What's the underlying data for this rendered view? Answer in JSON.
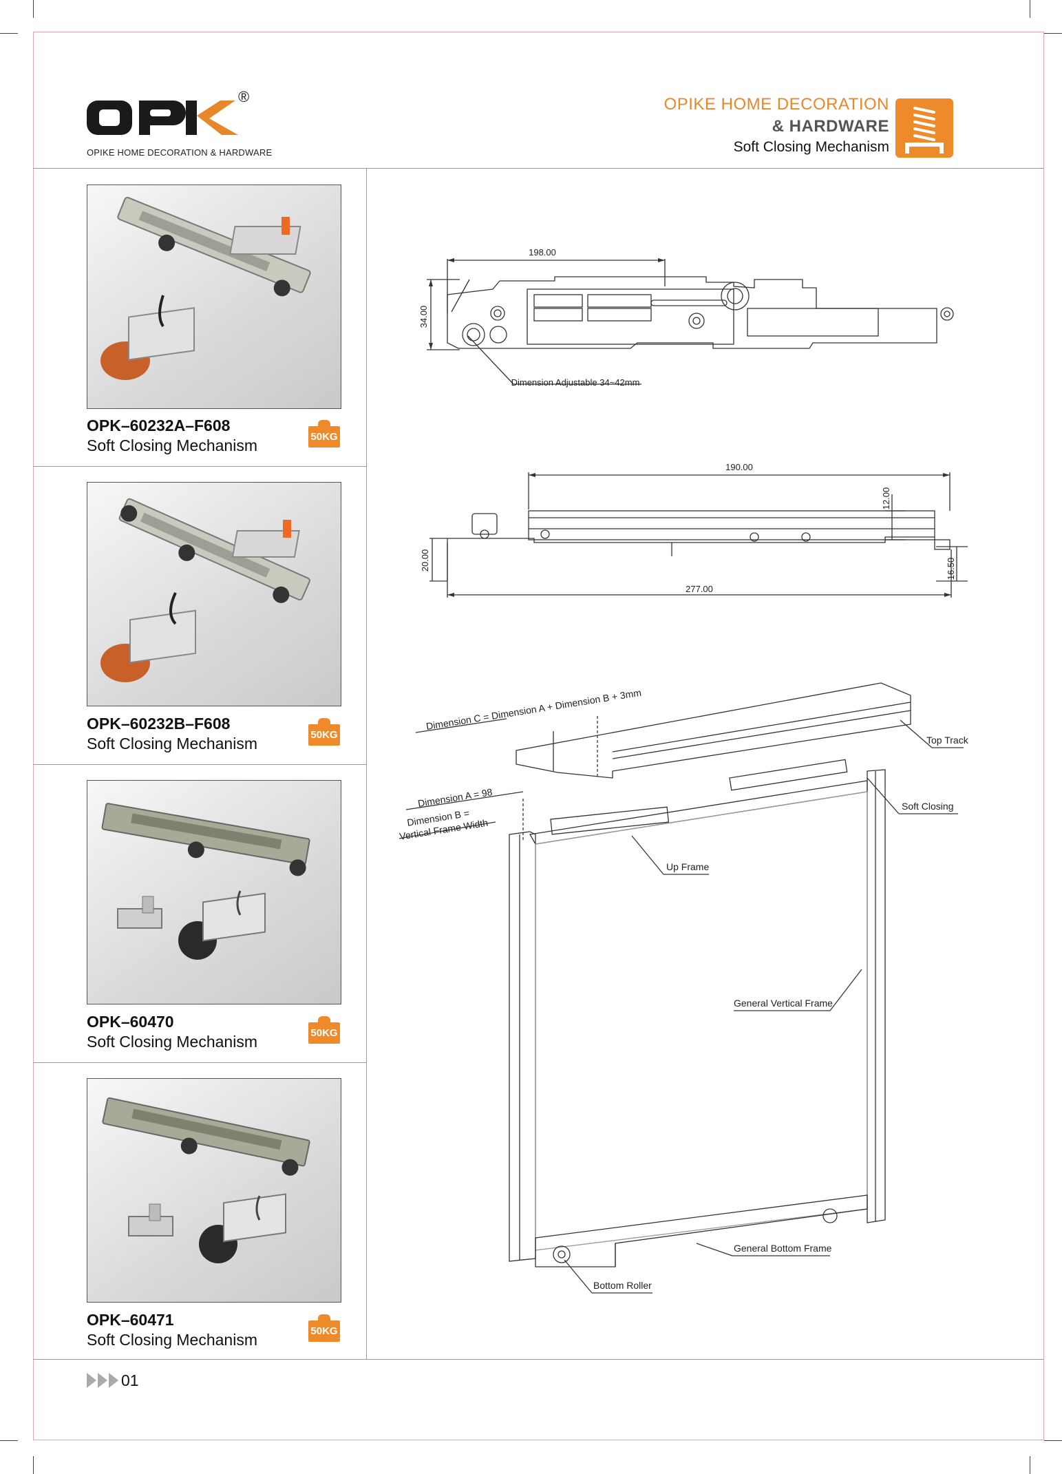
{
  "brand": {
    "logo_text": "OPK",
    "registered_mark": "®",
    "subtitle": "OPIKE HOME DECORATION & HARDWARE"
  },
  "header": {
    "line1": "OPIKE HOME DECORATION",
    "line2": "& HARDWARE",
    "line3": "Soft Closing Mechanism",
    "icon": "spring-icon",
    "accent_color": "#ee8a2a"
  },
  "products": [
    {
      "code": "OPK–60232A–F608",
      "description": "Soft Closing Mechanism",
      "load": "50KG"
    },
    {
      "code": "OPK–60232B–F608",
      "description": "Soft Closing Mechanism",
      "load": "50KG"
    },
    {
      "code": "OPK–60470",
      "description": "Soft Closing Mechanism",
      "load": "50KG"
    },
    {
      "code": "OPK–60471",
      "description": "Soft Closing Mechanism",
      "load": "50KG"
    }
  ],
  "drawing_top": {
    "dim_length": "198.00",
    "dim_height": "34.00",
    "note": "Dimension Adjustable 34~42mm"
  },
  "drawing_side": {
    "dim_length": "190.00",
    "dim_top": "12.00",
    "dim_left": "20.00",
    "dim_right": "16.50",
    "dim_total": "277.00"
  },
  "assembly": {
    "dim_c": "Dimension C = Dimension A + Dimension B + 3mm",
    "dim_a": "Dimension A = 98",
    "dim_b_line1": "Dimension B =",
    "dim_b_line2": "Vertical Frame Width",
    "labels": {
      "top_track": "Top Track",
      "soft_closing": "Soft Closing",
      "up_frame": "Up Frame",
      "general_vertical_frame": "General Vertical Frame",
      "general_bottom_frame": "General Bottom Frame",
      "bottom_roller": "Bottom Roller"
    }
  },
  "footer": {
    "page_number": "01"
  }
}
